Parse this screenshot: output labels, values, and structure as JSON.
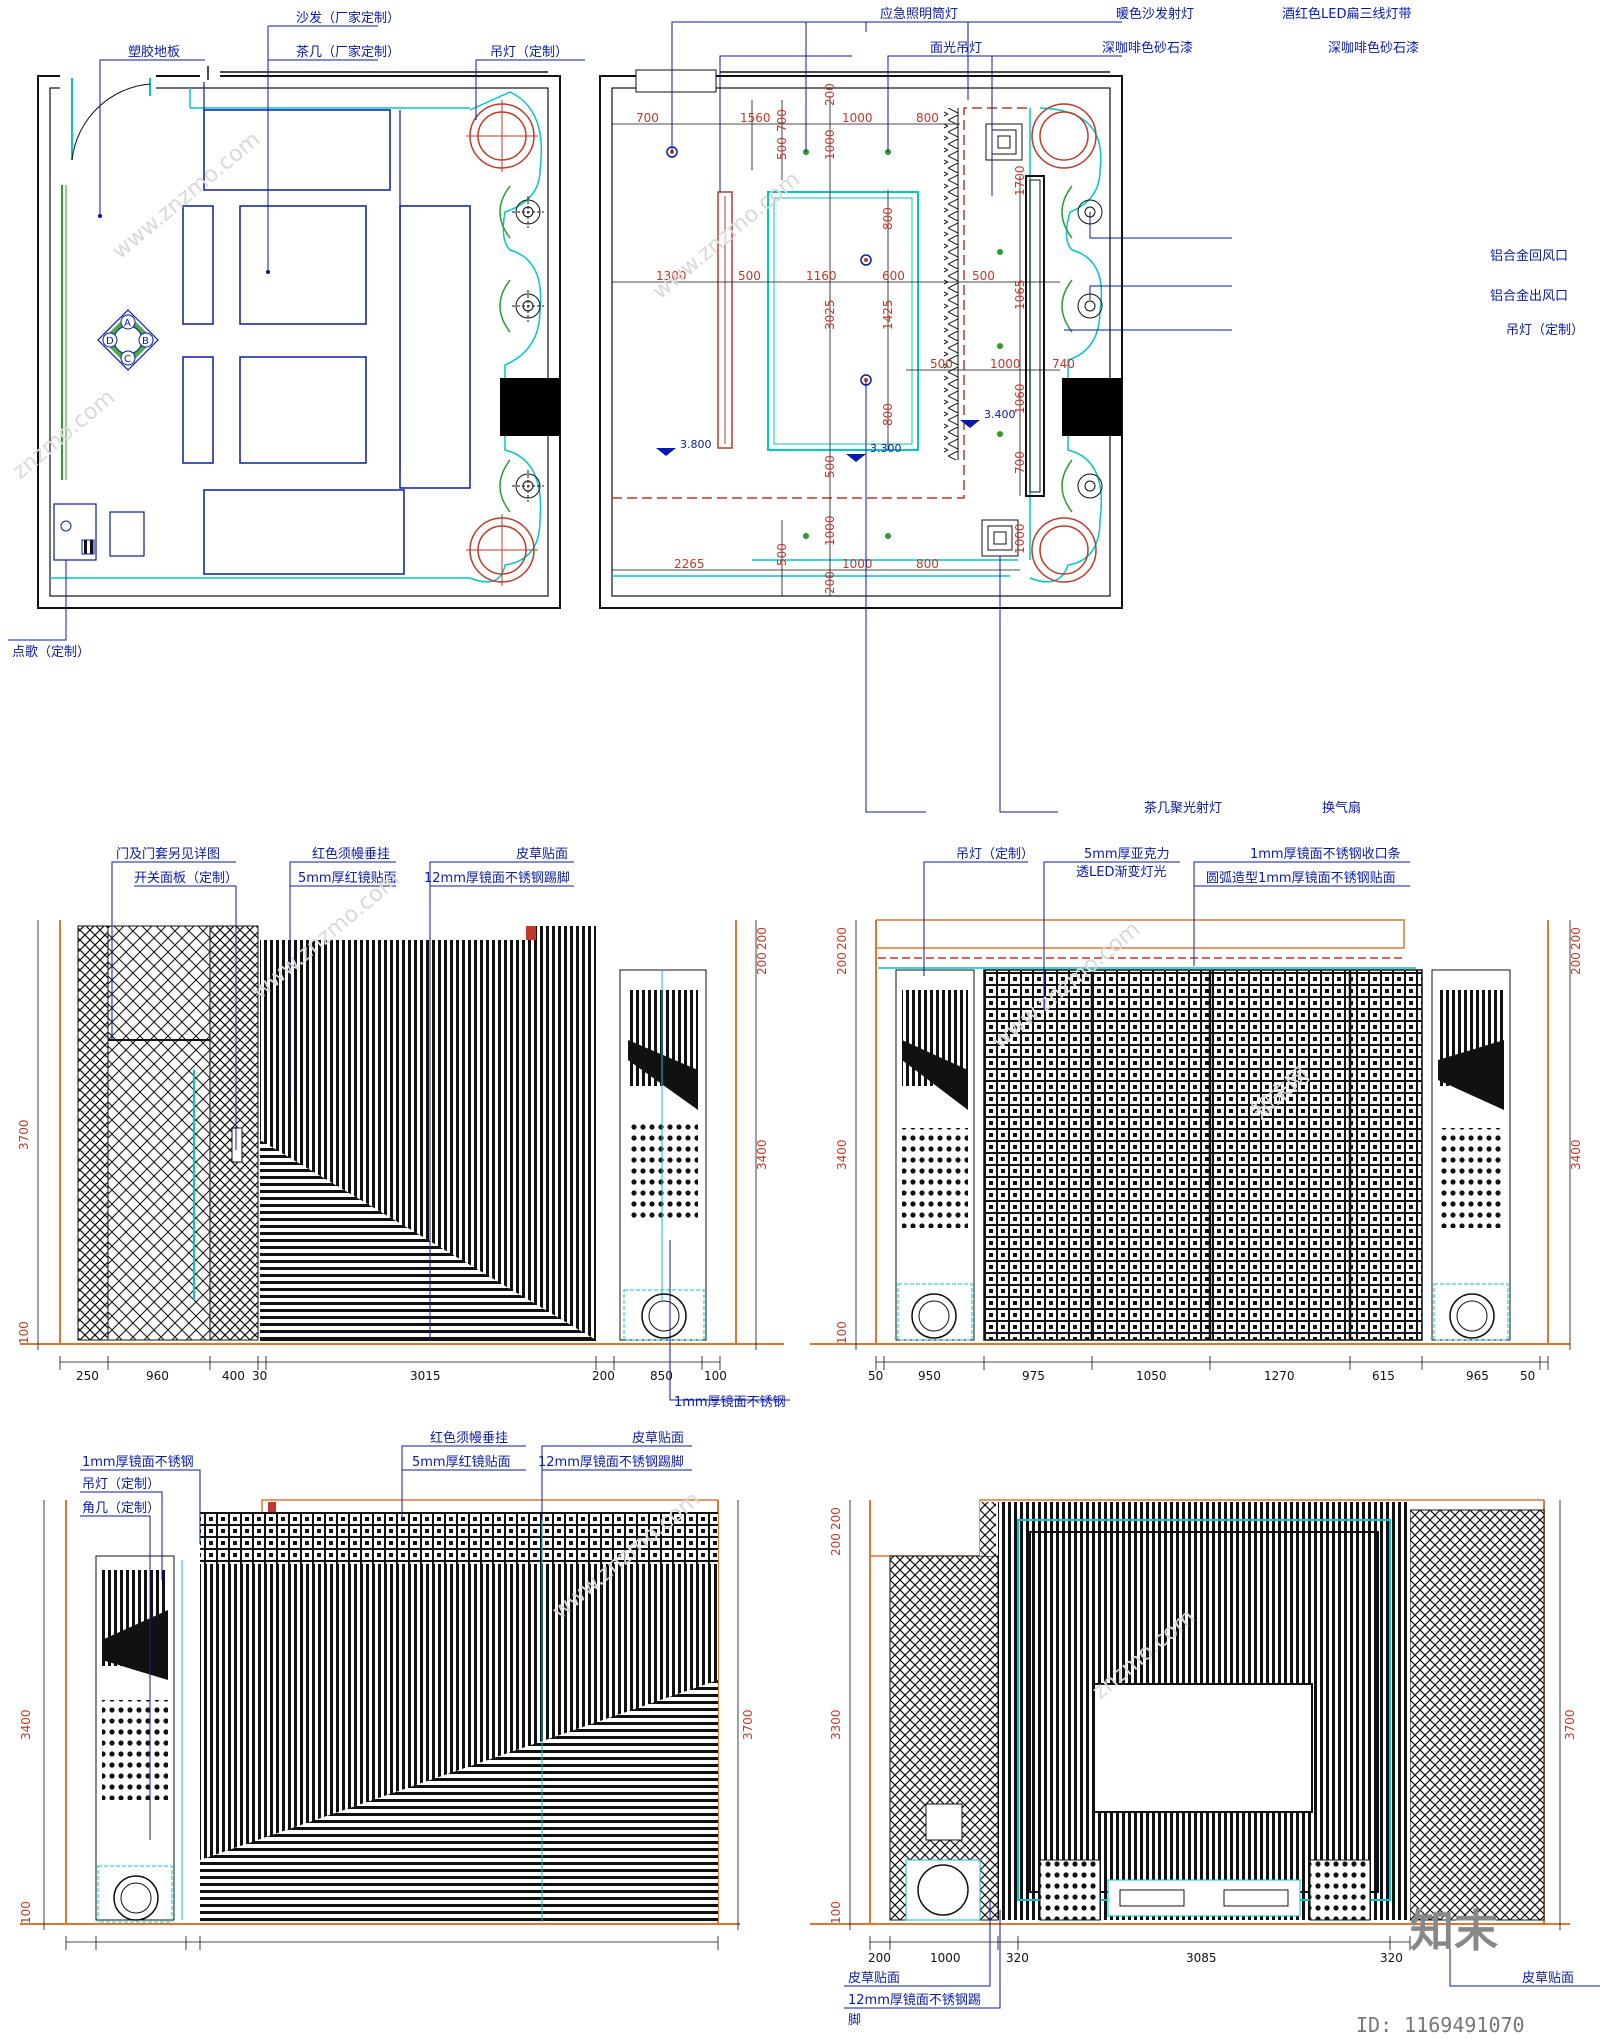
{
  "plan_left": {
    "labels": {
      "sofa": "沙发（厂家定制）",
      "tea_table": "茶几（厂家定制）",
      "floor": "塑胶地板",
      "chandelier": "吊灯（定制）",
      "karaoke": "点歌（定制）"
    },
    "table_marks": [
      "A",
      "B",
      "C",
      "D"
    ]
  },
  "plan_right": {
    "labels": {
      "emergency_light": "应急照明筒灯",
      "panel_chandelier": "面光吊灯",
      "warm_spot": "暖色沙发射灯",
      "dark_coffee_1": "深咖啡色砂石漆",
      "led_strip": "酒红色LED扁三线灯带",
      "dark_coffee_2": "深咖啡色砂石漆",
      "return_vent": "铝合金回风口",
      "supply_vent": "铝合金出风口",
      "chandelier": "吊灯（定制）",
      "table_spot": "茶几聚光射灯",
      "exhaust_fan": "换气扇"
    },
    "levels": [
      "3.800",
      "3.300",
      "3.400"
    ],
    "dims_h": [
      "700",
      "1560",
      "1000",
      "800",
      "1300",
      "500",
      "1160",
      "600",
      "500",
      "500",
      "1000",
      "740",
      "2265",
      "1000",
      "800"
    ],
    "dims_v": [
      "200",
      "700",
      "500",
      "1000",
      "800",
      "3025",
      "1425",
      "800",
      "500",
      "1000",
      "500",
      "200",
      "1700",
      "1065",
      "1060",
      "700",
      "1000"
    ]
  },
  "elev_a": {
    "labels": {
      "door": "门及门套另见详图",
      "switch": "开关面板（定制）",
      "curtain": "红色须幔垂挂",
      "mirror": "5mm厚红镜贴面",
      "leather": "皮草贴面",
      "kick": "12mm厚镜面不锈钢踢脚",
      "steel": "1mm厚镜面不锈钢"
    },
    "dims_bottom": [
      "250",
      "960",
      "400",
      "30",
      "3015",
      "200",
      "850",
      "100"
    ],
    "dims_left": [
      "3700",
      "100"
    ],
    "dims_right": [
      "200",
      "200",
      "3400"
    ]
  },
  "elev_b": {
    "labels": {
      "chandelier": "吊灯（定制）",
      "acrylic": "5mm厚亚克力",
      "acrylic2": "透LED渐变灯光",
      "trim": "1mm厚镜面不锈钢收口条",
      "arc": "圆弧造型1mm厚镜面不锈钢贴面"
    },
    "dims_bottom": [
      "50",
      "950",
      "975",
      "1050",
      "1270",
      "615",
      "965",
      "50"
    ],
    "dims_left": [
      "200",
      "200",
      "3400",
      "100"
    ],
    "dims_right": [
      "200",
      "200",
      "3400"
    ]
  },
  "elev_c": {
    "labels": {
      "steel": "1mm厚镜面不锈钢",
      "chandelier": "吊灯（定制）",
      "corner_table": "角几（定制）",
      "curtain": "红色须幔垂挂",
      "mirror": "5mm厚红镜贴面",
      "leather": "皮草贴面",
      "kick": "12mm厚镜面不锈钢踢脚"
    },
    "dims_left": [
      "3400",
      "100"
    ],
    "dims_right": [
      "3700"
    ]
  },
  "elev_d": {
    "labels": {
      "leather_l": "皮草贴面",
      "kick": "12mm厚镜面不锈钢踢",
      "kick2": "脚",
      "leather_r": "皮草贴面"
    },
    "dims_bottom": [
      "200",
      "1000",
      "320",
      "3085",
      "320"
    ],
    "dims_left": [
      "200",
      "200",
      "3300",
      "100"
    ],
    "dims_right": [
      "3700"
    ]
  },
  "watermark": {
    "site": "znzmo.com",
    "site2": "www.znzmo.com",
    "brand": "知末",
    "brand2": "知末网",
    "id": "ID: 1169491070"
  },
  "colors": {
    "wall": "#111111",
    "cyan": "#00c8c8",
    "red": "#c0392b",
    "blue": "#0a1aa8",
    "orange": "#e0772f",
    "green": "#2a9d2a"
  }
}
